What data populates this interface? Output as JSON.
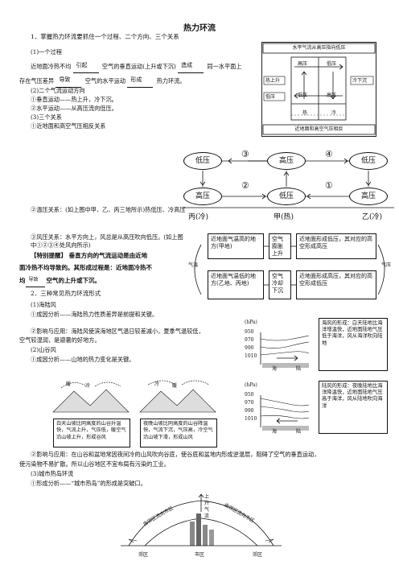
{
  "title": "热力环流",
  "s1": {
    "heading": "1．掌握热力环流要抓住一个过程、二个方向、三个关系",
    "p1_label": "(1)一个过程",
    "p1_line1_a": "近地面冷热不均",
    "p1_arrow1": "引起",
    "p1_line1_b": "空气的垂直运动(上升或下沉)",
    "p1_arrow2": "造成",
    "p1_line1_c": "同一水平面上",
    "p1_line2_a": "存在气压差异",
    "p1_arrow3": "导致",
    "p1_line2_b": "空气的水平运动",
    "p1_arrow4": "形成",
    "p1_line2_c": "热力环流。",
    "p2_label": "(2)二个气流运动方向",
    "p2_a": "①垂直运动——热上升，冷下沉。",
    "p2_b": "②水平运动——从高压流向低压。",
    "p3_label": "(3)三个关系",
    "p3_a": "①近地面和高空气压相反关系",
    "rel2": "②温压关系：(如上图中甲、乙、丙三地所示)热低压、冷高压",
    "rel3": "③风压关系：水平方向上，风总是从高压吹向低压。(如上图中①②③④处风向所示)",
    "tip_label": "【特别提醒】",
    "tip_text1": "垂直方向的气流运动是由近地",
    "tip_text2": "面冷热不均导致的。其形成过程是：近地面冷热不",
    "tip_text3a": "均",
    "tip_arrow": "导致",
    "tip_text3b": "空气的上升或下沉。"
  },
  "fig1": {
    "caption_top": "水平气流从高压指向低压",
    "high": "高压",
    "low": "低压",
    "rise": "热上升",
    "sink": "冷下沉",
    "lowp": "低压",
    "highp": "高压",
    "hot": "热",
    "cold": "冷",
    "caption_bottom": "近地面和高空气压相反"
  },
  "fig2": {
    "top": [
      "低压",
      "高压",
      "低压"
    ],
    "bottom": [
      "高压",
      "低压",
      "高压"
    ],
    "nums": [
      "③",
      "④",
      "②",
      "①"
    ],
    "places": [
      "丙(冷)",
      "甲(热)",
      "乙(冷)"
    ]
  },
  "fig3": {
    "left_vert": "气温",
    "right_vert": "气压",
    "r1c1": "近地面气温高的地方(甲地)",
    "r1c2": "空气膨胀上升",
    "r1c3": "近地面形成低压，其对应的高空形成高压",
    "r2c1": "近地面气温低的地方(乙地、丙地)",
    "r2c2": "空气冷却下沉",
    "r2c3": "近地面形成高压，其对应的高空形成低压"
  },
  "s2": {
    "heading": "2．三种常见热力环流形式",
    "a_label": "(1)海陆风",
    "a1": "①成因分析——海陆热力性质差异是前提和关键。",
    "a2a": "②影响与应用：海陆风使滨海地区气温日较差减小，夏季气温较低，",
    "a2b": "空气较湿润，是避暑的好地方。",
    "b_label": "(2)山谷风",
    "b1": "①成因分析——山地的热力变化是关键。",
    "b2a": "②影响与应用：在山谷和盆地常因夜间冷的山风吹向谷底，使谷底和盆地内形成逆温层，阻碍了空气的垂直运动，",
    "b2b": "使污染物不易扩散。所以山谷地区不宜布局有污染的工业。",
    "c_label": "(3)城市热岛环流",
    "c1": "①形成分析——“城市热岛”的形成是突破口。"
  },
  "seabreeze": {
    "unit": "(hPa)",
    "ticks": [
      "950",
      "970",
      "990",
      "1010"
    ],
    "sea": "海",
    "land": "陆",
    "note_day": "海风的形成：白天陆地比海洋增温快，近地面陆地气压低于海洋，风从海洋吹向陆地",
    "note_night": "陆风的形成：夜晚陆地比海洋降温快，近地面陆地气压高于海洋，风从陆地吹向海洋"
  },
  "valley": {
    "day_label": "暖",
    "day_cold": "冷",
    "night_cold": "冷",
    "night_warm": "暖",
    "day_text": "白天山坡比同高度的山谷升温快，气流上升，气压低，暖空气沿山坡上升，形成谷风",
    "night_text": "夜晚山坡比同高度的山谷降温快，气流下沉，气压高，冷空气沿山坡下滑，形成山风"
  },
  "city": {
    "rise": "上升气流",
    "left": "由郊区流向市区",
    "right": "由郊区流向市区",
    "bottom": [
      "郊区",
      "市区",
      "郊区"
    ]
  }
}
